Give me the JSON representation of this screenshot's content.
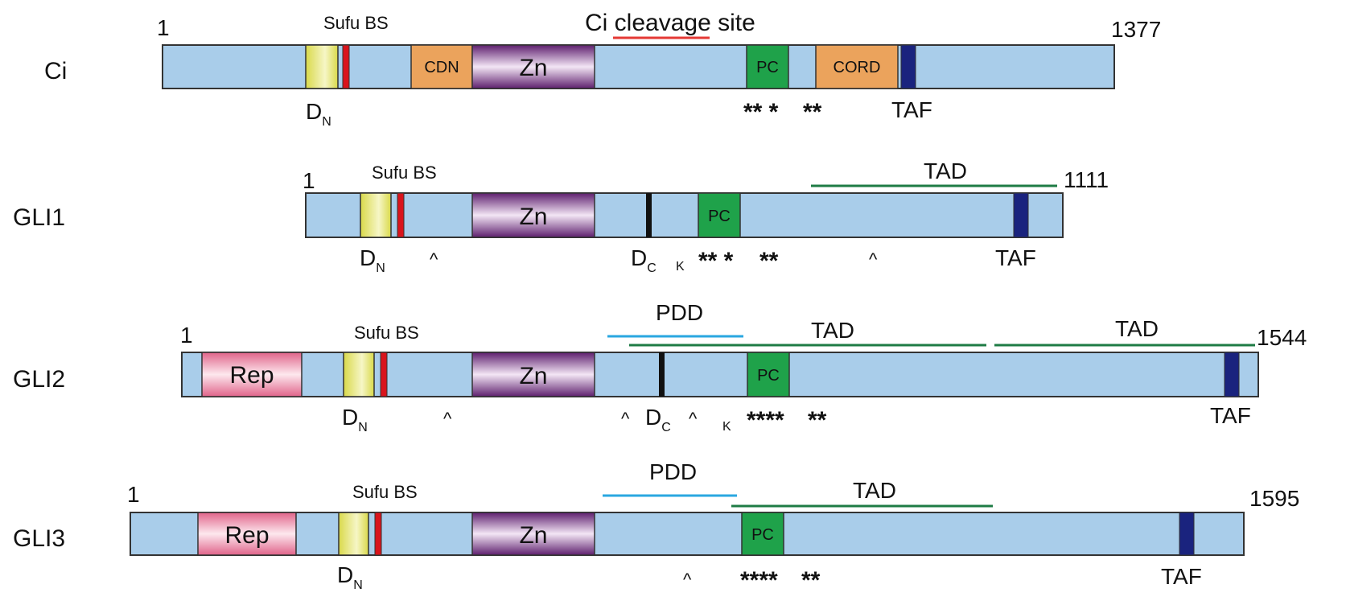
{
  "proteins": [
    {
      "name": "Ci",
      "start": "1",
      "end": "1377",
      "sufu_label": "Sufu BS",
      "dn_label": "D",
      "dn_sub": "N",
      "taf_label": "TAF",
      "stars_left": "** *",
      "stars_right": "**",
      "cleavage_label": "Ci cleavage site",
      "domains": {
        "cdn": "CDN",
        "zn": "Zn",
        "pc": "PC",
        "cord": "CORD"
      }
    },
    {
      "name": "GLI1",
      "start": "1",
      "end": "1111",
      "sufu_label": "Sufu BS",
      "dn_label": "D",
      "dn_sub": "N",
      "dc_label": "D",
      "dc_sub": "C",
      "k_label": "K",
      "taf_label": "TAF",
      "tad_label": "TAD",
      "stars_left": "** *",
      "stars_right": "**",
      "carets": [
        "^",
        "^"
      ],
      "domains": {
        "zn": "Zn",
        "pc": "PC"
      }
    },
    {
      "name": "GLI2",
      "start": "1",
      "end": "1544",
      "sufu_label": "Sufu BS",
      "dn_label": "D",
      "dn_sub": "N",
      "dc_label": "D",
      "dc_sub": "C",
      "k_label": "K",
      "taf_label": "TAF",
      "pdd_label": "PDD",
      "tad1_label": "TAD",
      "tad2_label": "TAD",
      "stars_left": "****",
      "stars_right": "**",
      "carets": [
        "^",
        "^",
        "^"
      ],
      "domains": {
        "rep": "Rep",
        "zn": "Zn",
        "pc": "PC"
      }
    },
    {
      "name": "GLI3",
      "start": "1",
      "end": "1595",
      "sufu_label": "Sufu BS",
      "dn_label": "D",
      "dn_sub": "N",
      "taf_label": "TAF",
      "pdd_label": "PDD",
      "tad_label": "TAD",
      "stars_left": "****",
      "stars_right": "**",
      "carets": [
        "^"
      ],
      "domains": {
        "rep": "Rep",
        "zn": "Zn",
        "pc": "PC"
      }
    }
  ],
  "colors": {
    "backbone": "#a9cdea",
    "outline": "#333333",
    "sufu_box": "#e6e67a",
    "red_bar": "#d9141c",
    "cdn_cord": "#eba35c",
    "zn": "#7a2f86",
    "pc": "#1fa24a",
    "taf": "#1a237e",
    "rep": "#e8799a",
    "tad_line": "#1e7b44",
    "pdd_line": "#2aa7e0",
    "cleavage_line": "#e53935"
  }
}
